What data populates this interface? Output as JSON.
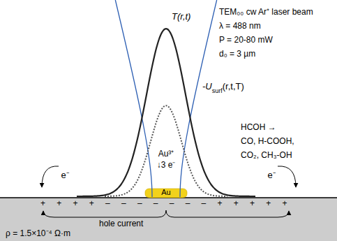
{
  "diagram": {
    "labels": [
      "T(r,t)",
      "TEM₀₀ cw Ar⁺ laser beam",
      "λ = 488 nm",
      "P = 20-80 mW",
      "d₀ = 3 µm",
      "-U",
      "surf",
      "(r,t,T)",
      "HCOH →",
      "CO, H-COOH,",
      "CO₂, CH₃-OH",
      "Au³⁺",
      "↓3 e⁻",
      "Au",
      "e⁻",
      "e⁻",
      "+ + + + – – – – – – – + + + + +",
      "hole current",
      "ρ = 1.5×10⁻⁴ Ω·m"
    ]
  }
}
